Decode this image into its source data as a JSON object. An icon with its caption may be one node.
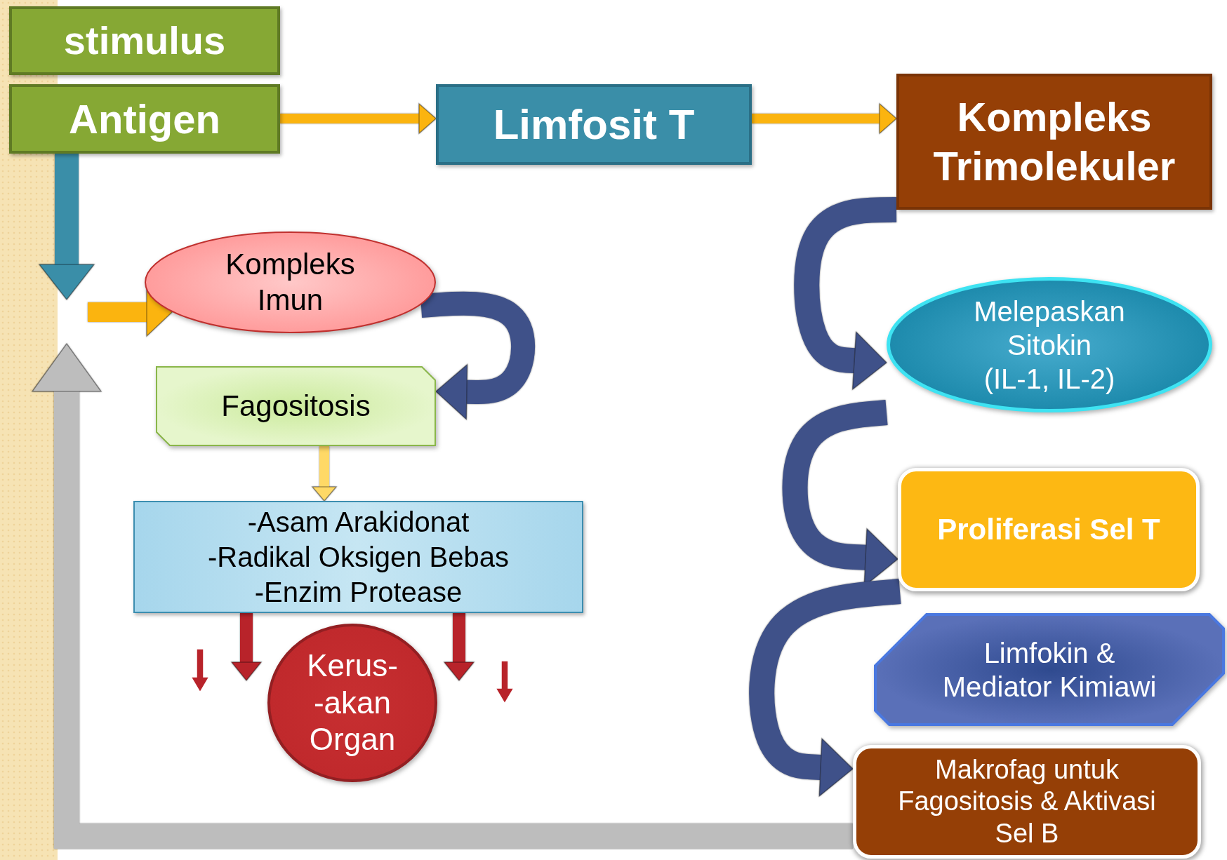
{
  "diagram": {
    "nodes": [
      {
        "text": [
          "stimulus"
        ]
      },
      {
        "text": [
          "Antigen"
        ]
      },
      {
        "text": [
          "Limfosit T"
        ]
      },
      {
        "text": [
          "Kompleks Trimolekuler"
        ]
      },
      {
        "text": [
          "Kompleks Imun"
        ]
      },
      {
        "text": [
          "Fagositosis"
        ]
      },
      {
        "text": [
          "-Asam Arakidonat",
          "-Radikal Oksigen Bebas",
          "-Enzim Protease"
        ]
      },
      {
        "text": [
          "Kerus- -akan Organ"
        ]
      },
      {
        "text": [
          "Melepaskan Sitokin",
          "(IL-1, IL-2)"
        ]
      },
      {
        "text": [
          "Proliferasi Sel T"
        ]
      },
      {
        "text": [
          "Limfokin & Mediator Kimiawi"
        ]
      },
      {
        "text": [
          "Makrofag untuk Fagositosis & Aktivasi Sel B"
        ]
      }
    ],
    "edges": [
      {
        "from": 1,
        "to": 2,
        "arrow": "to",
        "color": "#fbb40f"
      },
      {
        "from": 2,
        "to": 3,
        "arrow": "to",
        "color": "#fbb40f"
      },
      {
        "from": 1,
        "to": 4,
        "arrow": "to",
        "color": "#3a8ea8"
      },
      {
        "from": null,
        "to": 4,
        "arrow": "to",
        "color": "#fbb40f"
      },
      {
        "from": 4,
        "to": 5,
        "arrow": "to"
      },
      {
        "from": 5,
        "to": 6,
        "arrow": "to",
        "color": "#ffd966"
      },
      {
        "from": 3,
        "to": 8,
        "arrow": "to"
      },
      {
        "from": 8,
        "to": 9,
        "arrow": "to"
      },
      {
        "from": 9,
        "to": 11,
        "arrow": "to"
      },
      {
        "from": 11,
        "to": 5,
        "arrow": "to",
        "color": "#bdbdbd"
      },
      {
        "from": 6,
        "to": 7,
        "arrow": "to",
        "color": "#b8232a"
      },
      {
        "from": 6,
        "to": 7,
        "arrow": "to",
        "color": "#b8232a"
      }
    ]
  }
}
